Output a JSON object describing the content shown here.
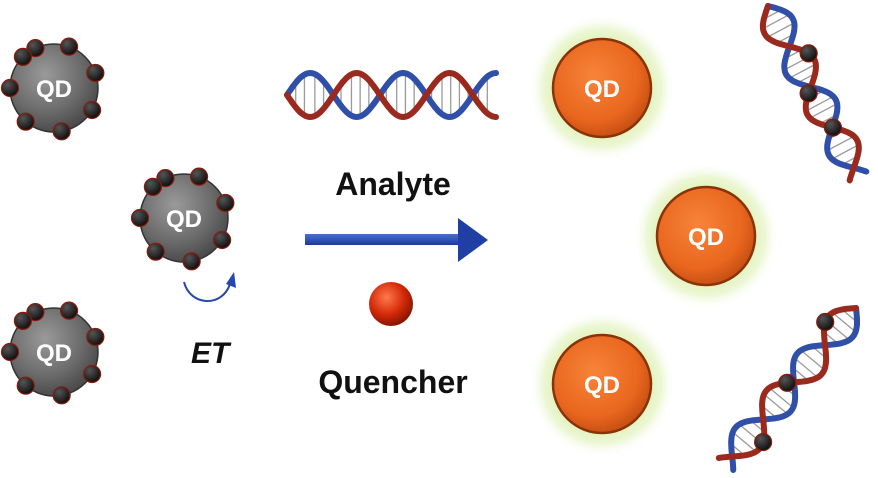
{
  "labels": {
    "qd": "QD",
    "analyte": "Analyte",
    "quencher": "Quencher",
    "energy_transfer": "ET"
  },
  "colors": {
    "qd_quenched": "#6b6b6b",
    "qd_quenched_edge": "#3a3a3a",
    "qd_bright": "#e9661e",
    "qd_bright_edge": "#9a3a0e",
    "glow": "#dcefb0",
    "quencher": "#d42a0a",
    "arrow": "#2447b0",
    "strand_red": "#9b2a1e",
    "strand_blue": "#2f4fa8",
    "text": "#111111"
  }
}
